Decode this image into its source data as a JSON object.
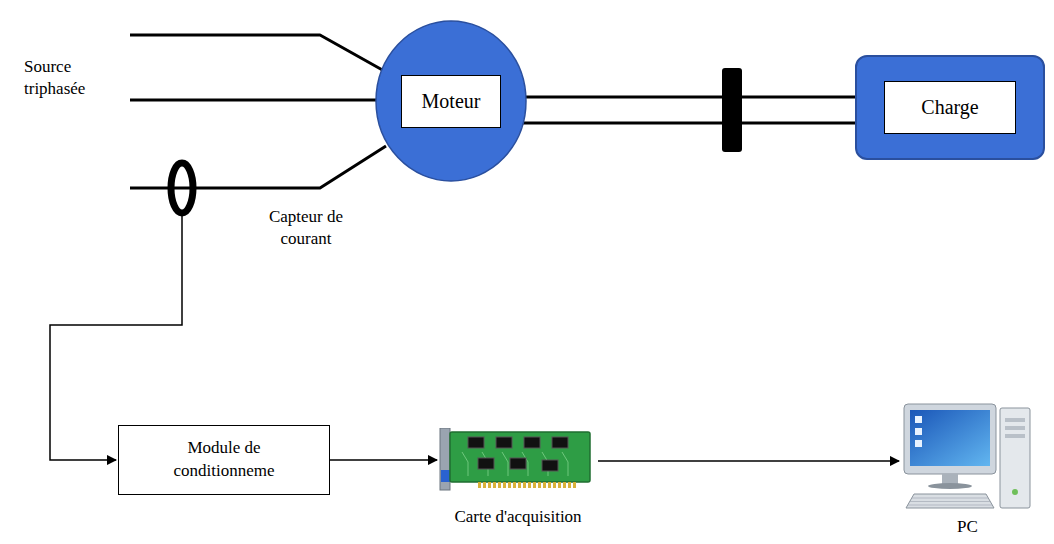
{
  "diagram": {
    "nodes": [
      {
        "text": [
          "Moteur"
        ]
      },
      {
        "text": [
          "Charge"
        ]
      },
      {
        "text": [
          "Module de conditionneme"
        ]
      },
      {
        "text": [
          "Carte d'acquisition"
        ]
      },
      {
        "text": [
          "PC"
        ]
      }
    ],
    "edges": [
      {
        "from": 0,
        "to": 1,
        "arrow": "none"
      },
      {
        "from": 2,
        "to": 3,
        "arrow": "to"
      },
      {
        "from": 3,
        "to": 4,
        "arrow": "to"
      }
    ],
    "labels": [
      "Source triphasée",
      "Capteur de courant"
    ]
  }
}
